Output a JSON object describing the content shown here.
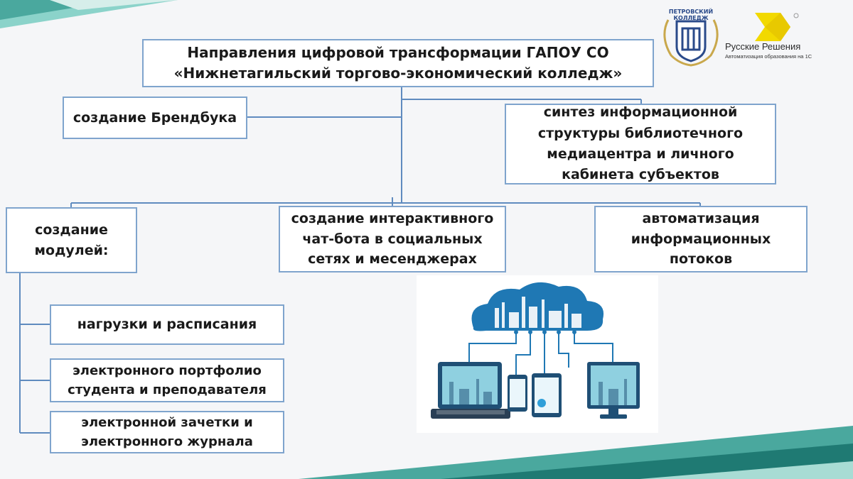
{
  "root": {
    "line1": "Направления  цифровой трансформации  ГАПОУ СО",
    "line2": "«Нижнетагильский торгово-экономический колледж»"
  },
  "branches": {
    "brandbook": "создание Брендбука",
    "library": "синтез информационной\nструктуры библиотечного\nмедиацентра и личного\nкабинета субъектов",
    "modules": "создание\nмодулей:",
    "chatbot": "создание интерактивного\nчат-бота в социальных\nсетях и месенджерах",
    "automation": "автоматизация\nинформационных\nпотоков"
  },
  "modules": [
    "нагрузки и расписания",
    "электронного портфолио\nстудента и преподавателя",
    "электронной зачетки и\nэлектронного журнала"
  ],
  "logos": {
    "petrovsky_top": "ПЕТРОВСКИЙ",
    "petrovsky_bottom": "КОЛЛЕДЖ",
    "rs_name": "Русские Решения",
    "rs_sub": "Автоматизация образования на 1С"
  },
  "colors": {
    "box_border": "#7fa4cd",
    "line": "#5f8bbf",
    "accent_teal": "#4fb3a8",
    "accent_blue": "#1f78b4",
    "logo_yellow": "#f2d900"
  }
}
